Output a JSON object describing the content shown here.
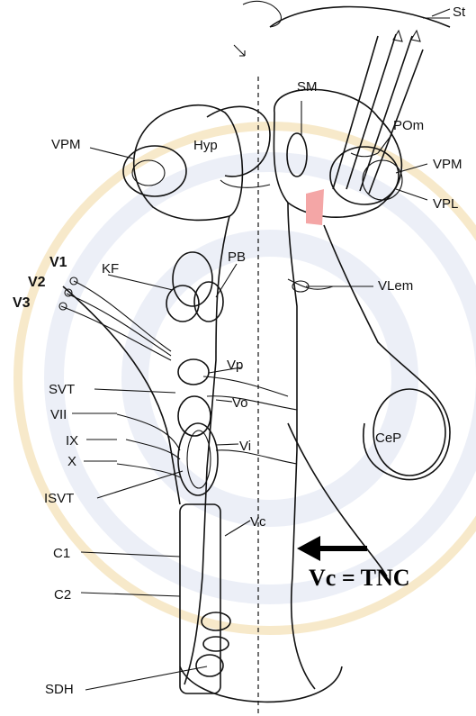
{
  "colors": {
    "background": "#ffffff",
    "ink": "#111111",
    "highlight": "#f4a6a6",
    "watermark": "#e9c36a",
    "watermark_blue": "#c9d3ea"
  },
  "labels": {
    "st": "St",
    "sm": "SM",
    "hyp": "Hyp",
    "pom": "POm",
    "vpm_left": "VPM",
    "vpm_right": "VPM",
    "vpl": "VPL",
    "v1": "V1",
    "v2": "V2",
    "v3": "V3",
    "kf": "KF",
    "pb": "PB",
    "vlem": "VLem",
    "vp": "Vp",
    "svt": "SVT",
    "vii": "VII",
    "ix": "IX",
    "x": "X",
    "vo": "Vo",
    "vi": "Vi",
    "cep": "CeP",
    "isvt": "ISVT",
    "vc": "Vc",
    "c1": "C1",
    "c2": "C2",
    "sdh": "SDH"
  },
  "annotation": {
    "text": "Vc = TNC"
  }
}
